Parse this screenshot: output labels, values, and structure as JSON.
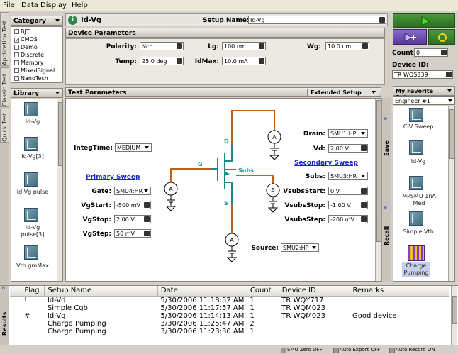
{
  "menu": [
    "File",
    "Data Display",
    "Help"
  ],
  "side_tabs": [
    "Application Test",
    "Classic Test",
    "Quick Test"
  ],
  "category": {
    "header": "Category",
    "items": [
      {
        "label": "BJT",
        "checked": false
      },
      {
        "label": "CMOS",
        "checked": true
      },
      {
        "label": "Demo",
        "checked": false
      },
      {
        "label": "Discrete",
        "checked": false
      },
      {
        "label": "Memory",
        "checked": false
      },
      {
        "label": "MixedSignal",
        "checked": false
      },
      {
        "label": "NanoTech",
        "checked": false
      }
    ]
  },
  "library": {
    "header": "Library",
    "items": [
      "Id-Vg",
      "Id-Vg[3]",
      "Id-Vg pulse",
      "Id-Vg pulse[3]",
      "Vth gmMax"
    ]
  },
  "setup": {
    "info_icon": "i",
    "title": "Id-Vg",
    "setup_name_label": "Setup Name:",
    "setup_name_value": "Id-Vg"
  },
  "device_params": {
    "header": "Device Parameters",
    "polarity_label": "Polarity:",
    "polarity_value": "Nch",
    "lg_label": "Lg:",
    "lg_value": "100 nm",
    "wg_label": "Wg:",
    "wg_value": "10.0 um",
    "temp_label": "Temp:",
    "temp_value": "25.0 deg",
    "idmax_label": "IdMax:",
    "idmax_value": "10.0 mA"
  },
  "test_params": {
    "header": "Test Parameters",
    "extended_setup": "Extended Setup",
    "integtime_label": "IntegTime:",
    "integtime_value": "MEDIUM",
    "primary_sweep": "Primary Sweep",
    "gate_label": "Gate:",
    "gate_value": "SMU4:HR",
    "vgstart_label": "VgStart:",
    "vgstart_value": "-500 mV",
    "vgstop_label": "VgStop:",
    "vgstop_value": "2.00 V",
    "vgstep_label": "VgStep:",
    "vgstep_value": "50 mV",
    "drain_label": "Drain:",
    "drain_value": "SMU1:HP",
    "vd_label": "Vd:",
    "vd_value": "2.00 V",
    "secondary_sweep": "Secondary Sweep",
    "subs_label": "Subs:",
    "subs_value": "SMU3:HR",
    "vsubsstart_label": "VsubsStart:",
    "vsubsstart_value": "0 V",
    "vsubsstop_label": "VsubsStop:",
    "vsubsstop_value": "-1.00 V",
    "vsubsstep_label": "VsubsStep:",
    "vsubsstep_value": "-200 mV",
    "source_label": "Source:",
    "source_value": "SMU2:HP",
    "node_g": "G",
    "node_d": "D",
    "node_s": "S",
    "node_subs": "Subs",
    "meter_symbol": "A"
  },
  "save_label": "Save",
  "recall_label": "Recall",
  "right_panel": {
    "count_label": "Count:",
    "count_value": "0",
    "device_id_label": "Device ID:",
    "device_id_value": "TR WQS339",
    "favorite_header": "My Favorite Setup",
    "engineer_value": "Engineer #1",
    "items": [
      "C-V Sweep",
      "Id-Vg",
      "MPSMU 1nA Med",
      "Simple Vth",
      "Charge Pumping"
    ]
  },
  "results": {
    "side_label": "Results",
    "columns": [
      "Flag",
      "Setup Name",
      "Date",
      "Count",
      "Device ID",
      "Remarks"
    ],
    "rows": [
      [
        "!",
        "Id-Vd",
        "5/30/2006 11:18:52 AM",
        "1",
        "TR WQY717",
        ""
      ],
      [
        "",
        "Simple Cgb",
        "5/30/2006 11:17:57 AM",
        "1",
        "TR WQM023",
        ""
      ],
      [
        "#",
        "Id-Vg",
        "5/30/2006 11:14:13 AM",
        "1",
        "TR WQM023",
        "Good device"
      ],
      [
        "",
        "Charge Pumping",
        "3/30/2006 11:25:47 AM",
        "2",
        "",
        ""
      ],
      [
        "",
        "Charge Pumping",
        "3/30/2006 11:23:30 AM",
        "1",
        "",
        ""
      ]
    ]
  },
  "status": [
    "SMU Zero OFF",
    "Auto Export OFF",
    "Auto Record ON"
  ],
  "colors": {
    "wire_orange": "#c0601a",
    "wire_teal": "#1a8a8a",
    "link_blue": "#1a28c8",
    "run_green": "#2d6e22"
  }
}
